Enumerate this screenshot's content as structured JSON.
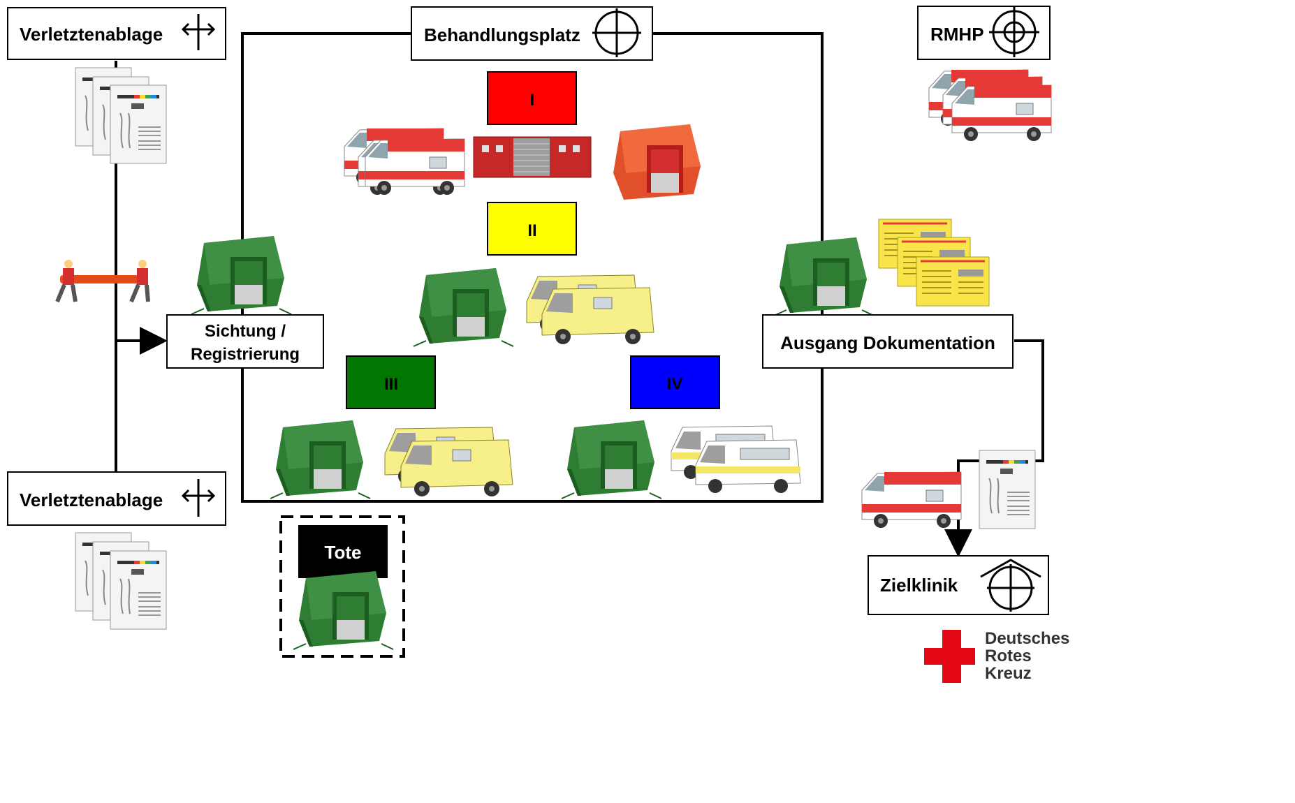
{
  "labels": {
    "verletztenablage_top": "Verletztenablage",
    "verletztenablage_bottom": "Verletztenablage",
    "behandlungsplatz": "Behandlungsplatz",
    "rmhp": "RMHP",
    "sichtung_line1": "Sichtung /",
    "sichtung_line2": "Registrierung",
    "ausgang": "Ausgang Dokumentation",
    "zielklinik": "Zielklinik",
    "tote": "Tote"
  },
  "triage": {
    "i": {
      "label": "I",
      "color": "#ff0000",
      "text_color": "#000000"
    },
    "ii": {
      "label": "II",
      "color": "#ffff00",
      "text_color": "#000000"
    },
    "iii": {
      "label": "III",
      "color": "#007700",
      "text_color": "#000000"
    },
    "iv": {
      "label": "IV",
      "color": "#0000ff",
      "text_color": "#000000"
    }
  },
  "logo": {
    "line1": "Deutsches",
    "line2": "Rotes",
    "line3": "Kreuz",
    "cross_color": "#e30613",
    "text_color": "#333333"
  },
  "icons": {
    "verletztenablage_symbol": "casualty-collection-point-icon",
    "behandlungsplatz_symbol": "crosshair-circle-icon",
    "rmhp_symbol": "double-circle-crosshair-icon",
    "zielklinik_symbol": "hospital-crosshair-icon",
    "tent_green": "green-tent-icon",
    "tent_red": "red-tent-icon",
    "ambulance_red": "red-ambulance-icon",
    "van_yellow": "yellow-van-icon",
    "van_white": "white-ambulance-icon",
    "container_red": "red-container-icon",
    "stretcher": "stretcher-bearers-icon",
    "triage_card": "triage-card-icon",
    "doc_card": "yellow-documentation-card-icon"
  }
}
